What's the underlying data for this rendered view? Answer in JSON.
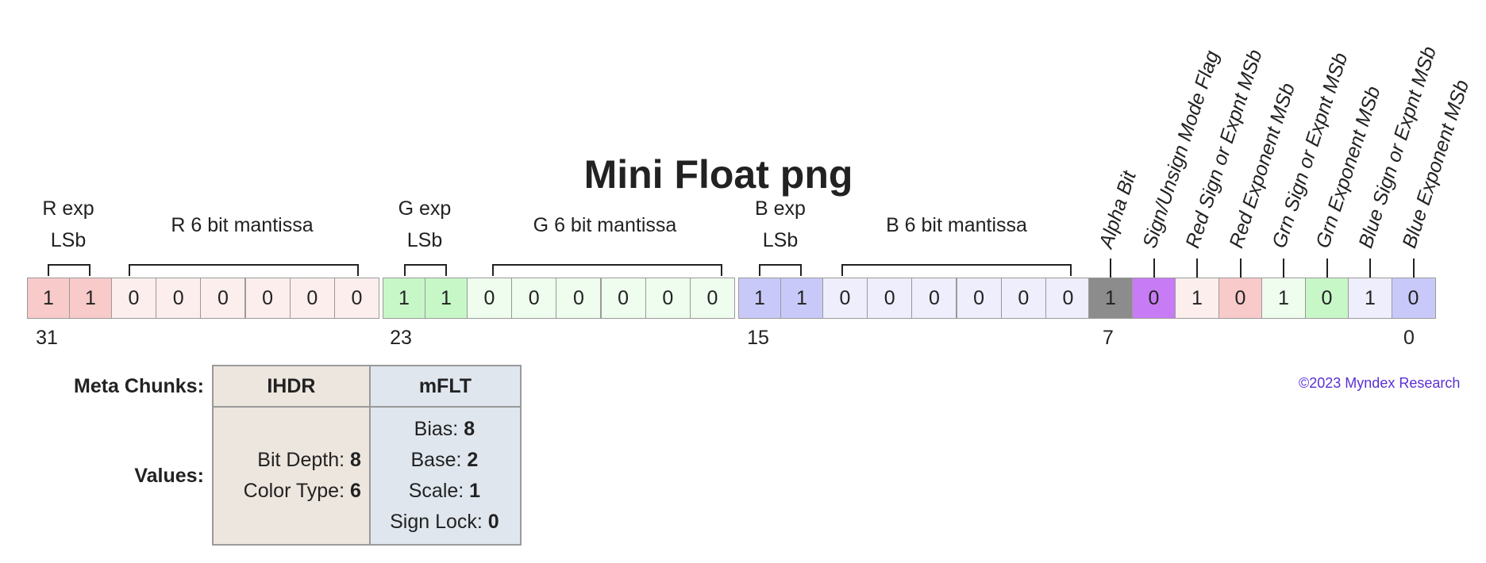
{
  "title": "Mini Float png",
  "groups": [
    {
      "line1": "R exp",
      "line2": "LSb"
    },
    {
      "line1": "R 6 bit mantissa"
    },
    {
      "line1": "G exp",
      "line2": "LSb"
    },
    {
      "line1": "G 6 bit mantissa"
    },
    {
      "line1": "B exp",
      "line2": "LSb"
    },
    {
      "line1": "B 6 bit mantissa"
    }
  ],
  "bits": [
    "1",
    "1",
    "0",
    "0",
    "0",
    "0",
    "0",
    "0",
    "1",
    "1",
    "0",
    "0",
    "0",
    "0",
    "0",
    "0",
    "1",
    "1",
    "0",
    "0",
    "0",
    "0",
    "0",
    "0",
    "1",
    "0",
    "1",
    "0",
    "1",
    "0",
    "1",
    "0"
  ],
  "bit_colors": [
    "#f9caca",
    "#f9caca",
    "#fdeeee",
    "#fdeeee",
    "#fdeeee",
    "#fdeeee",
    "#fdeeee",
    "#fdeeee",
    "#c7f7c7",
    "#c7f7c7",
    "#eefdee",
    "#eefdee",
    "#eefdee",
    "#eefdee",
    "#eefdee",
    "#eefdee",
    "#c9c9f9",
    "#c9c9f9",
    "#eeeefd",
    "#eeeefd",
    "#eeeefd",
    "#eeeefd",
    "#eeeefd",
    "#eeeefd",
    "#8c8c8c",
    "#c77cf5",
    "#fdeeee",
    "#f9caca",
    "#eefdee",
    "#c7f7c7",
    "#eeeefd",
    "#c9c9f9"
  ],
  "bit_numbers": [
    "31",
    "23",
    "15",
    "7",
    "0"
  ],
  "flag_labels": [
    "Alpha Bit",
    "Sign/Unsign Mode Flag",
    "Red Sign or Expnt MSb",
    "Red Exponent MSb",
    "Grn Sign or Expnt MSb",
    "Grn Exponent MSb",
    "Blue Sign or Expnt MSb",
    "Blue Exponent MSb"
  ],
  "copyright": "©2023 Myndex Research",
  "meta": {
    "chunks_label": "Meta Chunks:",
    "values_label": "Values:",
    "ihdr": {
      "name": "IHDR",
      "entries": [
        {
          "k": "Bit Depth:",
          "v": "8"
        },
        {
          "k": "Color Type:",
          "v": "6"
        }
      ]
    },
    "mflt": {
      "name": "mFLT",
      "entries": [
        {
          "k": "Bias:",
          "v": "8"
        },
        {
          "k": "Base:",
          "v": "2"
        },
        {
          "k": "Scale:",
          "v": "1"
        },
        {
          "k": "Sign Lock:",
          "v": "0"
        }
      ]
    }
  }
}
